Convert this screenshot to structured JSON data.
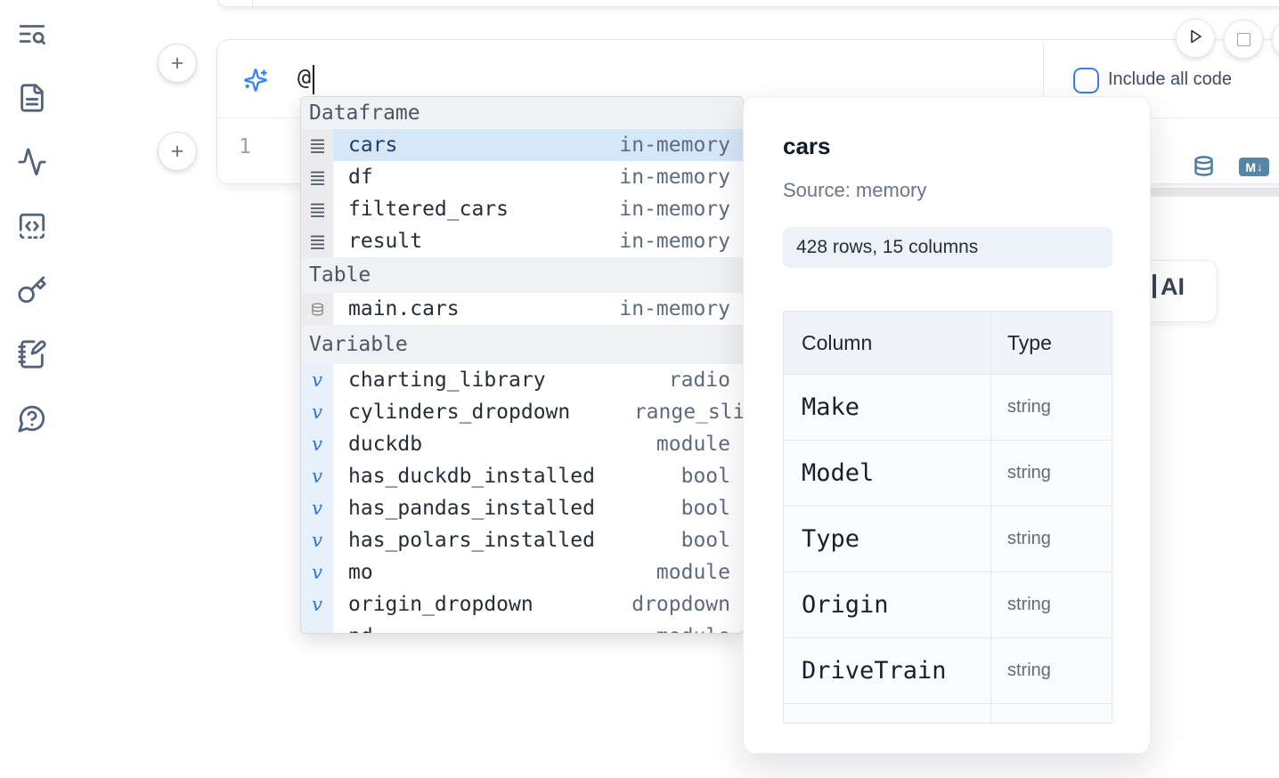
{
  "colors": {
    "accent_blue": "#3b82f6",
    "checkbox_blue": "#3a7df0",
    "selection_bg": "#d7e7fa",
    "steel_blue_icon": "#4e7ca3",
    "markdown_badge_bg": "#5785a6",
    "section_header_bg": "#f0f1f4",
    "variable_gutter_bg": "#e8f0fc",
    "table_header_bg": "#f0f4f9"
  },
  "sidebar": {
    "icons": [
      "text-search",
      "file-text",
      "activity",
      "code-block",
      "key",
      "notebook-pen",
      "help-chat"
    ]
  },
  "cell": {
    "add_button_label": "+",
    "prompt": {
      "value": "@"
    },
    "include_all_code": {
      "label": "Include all code",
      "checked": false
    },
    "editor": {
      "line_number": "1"
    }
  },
  "autocomplete": {
    "sections": [
      {
        "label": "Dataframe",
        "items": [
          {
            "name": "cars",
            "detail": "in-memory"
          },
          {
            "name": "df",
            "detail": "in-memory"
          },
          {
            "name": "filtered_cars",
            "detail": "in-memory"
          },
          {
            "name": "result",
            "detail": "in-memory"
          }
        ]
      },
      {
        "label": "Table",
        "items": [
          {
            "name": "main.cars",
            "detail": "in-memory"
          }
        ]
      },
      {
        "label": "Variable",
        "items": [
          {
            "name": "charting_library",
            "detail": "radio"
          },
          {
            "name": "cylinders_dropdown",
            "detail": "range_slider"
          },
          {
            "name": "duckdb",
            "detail": "module"
          },
          {
            "name": "has_duckdb_installed",
            "detail": "bool"
          },
          {
            "name": "has_pandas_installed",
            "detail": "bool"
          },
          {
            "name": "has_polars_installed",
            "detail": "bool"
          },
          {
            "name": "mo",
            "detail": "module"
          },
          {
            "name": "origin_dropdown",
            "detail": "dropdown"
          },
          {
            "name": "pd",
            "detail": "module"
          }
        ]
      }
    ]
  },
  "preview": {
    "title": "cars",
    "source": "Source: memory",
    "shape": "428 rows, 15 columns",
    "table": {
      "headers": [
        "Column",
        "Type"
      ],
      "rows": [
        [
          "Make",
          "string"
        ],
        [
          "Model",
          "string"
        ],
        [
          "Type",
          "string"
        ],
        [
          "Origin",
          "string"
        ],
        [
          "DriveTrain",
          "string"
        ],
        [
          "",
          ""
        ]
      ]
    }
  },
  "ai_button": {
    "visible_label": "AI"
  },
  "markdown_badge": {
    "letter": "M",
    "arrow": "↓"
  }
}
